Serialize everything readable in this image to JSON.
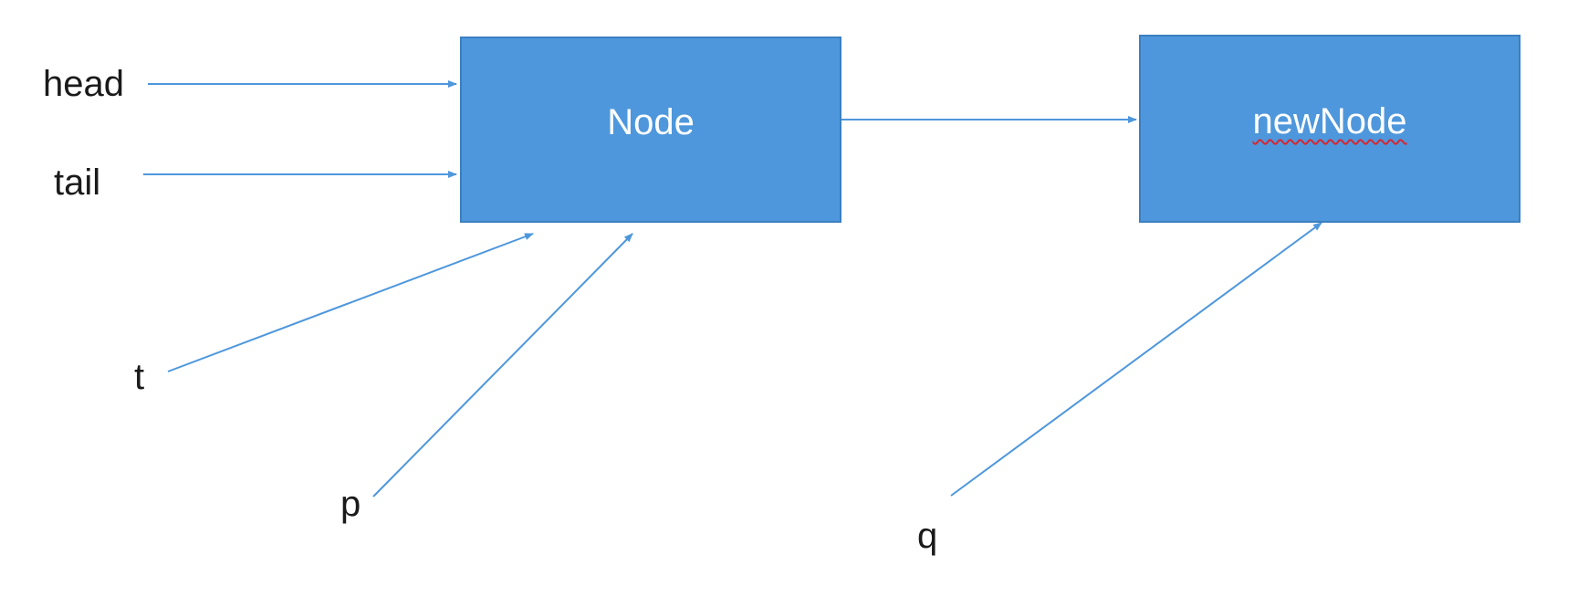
{
  "diagram": {
    "nodes": [
      {
        "id": "node",
        "label": "Node"
      },
      {
        "id": "new-node",
        "label": "newNode"
      }
    ],
    "pointers": [
      {
        "id": "head",
        "label": "head",
        "target": "node"
      },
      {
        "id": "tail",
        "label": "tail",
        "target": "node"
      },
      {
        "id": "t",
        "label": "t",
        "target": "node"
      },
      {
        "id": "p",
        "label": "p",
        "target": "node"
      },
      {
        "id": "q",
        "label": "q",
        "target": "new-node"
      }
    ],
    "links": [
      {
        "from": "node",
        "to": "new-node"
      }
    ],
    "colors": {
      "node_fill": "#4e97dc",
      "node_border": "#3b7fc0",
      "arrow": "#4e97dc",
      "label_text": "#1a1a1a",
      "node_text": "#ffffff",
      "spellcheck_underline": "#d8262f"
    }
  }
}
